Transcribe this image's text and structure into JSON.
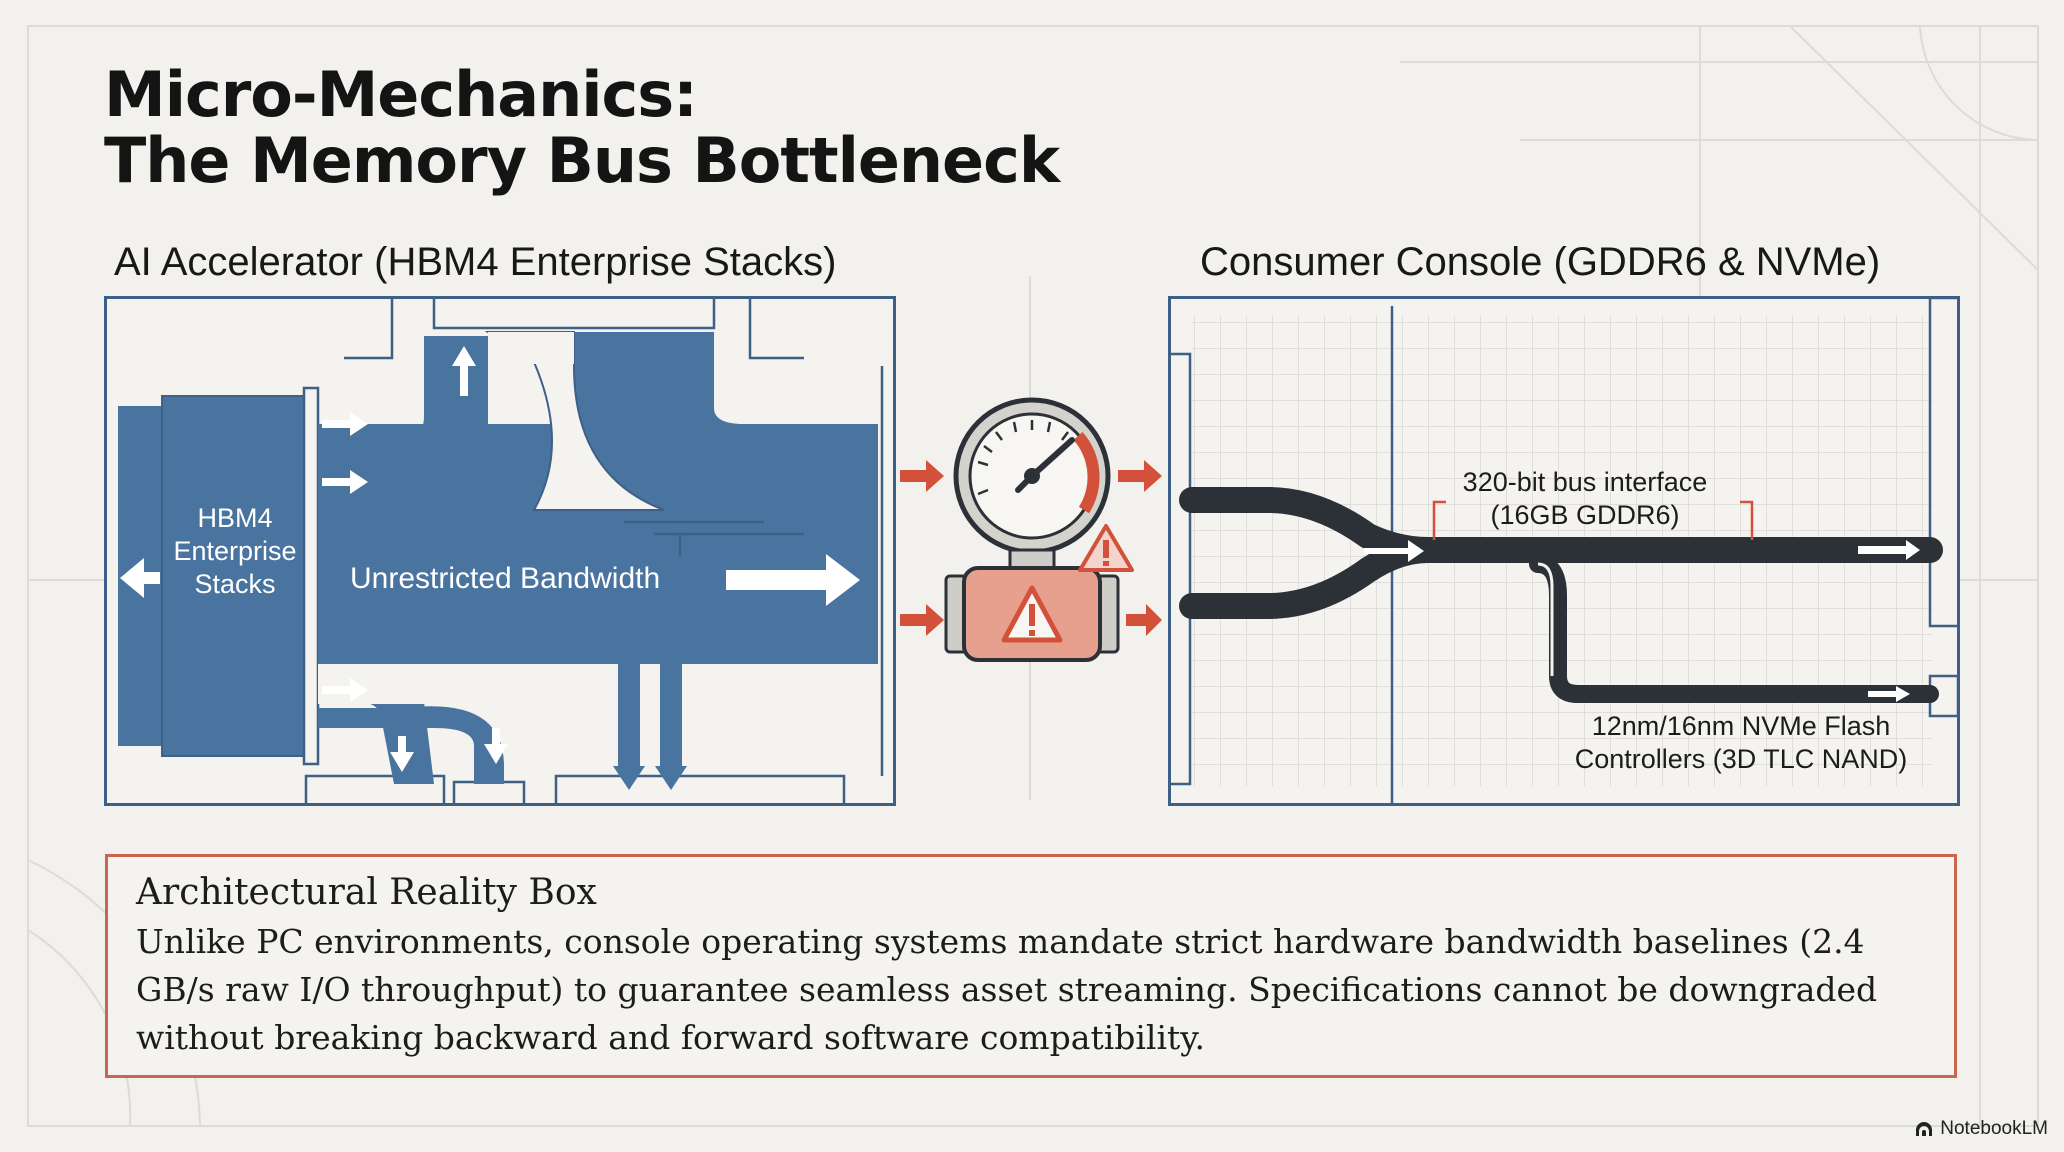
{
  "slide": {
    "title_line1": "Micro-Mechanics:",
    "title_line2": "The Memory Bus Bottleneck"
  },
  "left_panel": {
    "heading": "AI Accelerator (HBM4 Enterprise Stacks)",
    "stack_label_lines": [
      "HBM4",
      "Enterprise",
      "Stacks"
    ],
    "flow_label": "Unrestricted Bandwidth"
  },
  "right_panel": {
    "heading": "Consumer Console (GDDR6 & NVMe)",
    "bus_label_line1": "320-bit bus interface",
    "bus_label_line2": "(16GB GDDR6)",
    "nvme_label_line1": "12nm/16nm NVMe Flash",
    "nvme_label_line2": "Controllers (3D TLC NAND)"
  },
  "reality_box": {
    "title": "Architectural Reality Box",
    "body": "Unlike PC environments, console operating systems mandate strict hardware bandwidth baselines (2.4 GB/s raw I/O throughput) to guarantee seamless asset streaming. Specifications cannot be downgraded without breaking backward and forward software compatibility."
  },
  "branding": {
    "product": "NotebookLM",
    "icon": "notebooklm-logo-icon"
  },
  "colors": {
    "background": "#f2f1ed",
    "pipe_blue": "#4a74a0",
    "pipe_dark": "#2c3138",
    "warning_red": "#d3513a",
    "box_border": "#c9664f"
  }
}
